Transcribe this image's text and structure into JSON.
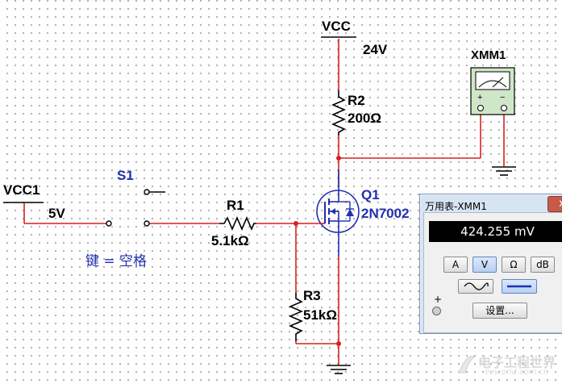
{
  "schematic": {
    "vcc_label": "VCC",
    "vcc_value": "24V",
    "vcc1_label": "VCC1",
    "vcc1_value": "5V",
    "switch_ref": "S1",
    "switch_key": "键 = 空格",
    "r1_ref": "R1",
    "r1_value": "5.1kΩ",
    "r2_ref": "R2",
    "r2_value": "200Ω",
    "r3_ref": "R3",
    "r3_value": "51kΩ",
    "q1_ref": "Q1",
    "q1_part": "2N7002",
    "meter_ref": "XMM1"
  },
  "meter_window": {
    "title": "万用表-XMM1",
    "close_label": "x",
    "reading": "424.255 mV",
    "mode_buttons": [
      "A",
      "V",
      "Ω",
      "dB"
    ],
    "active_mode": "V",
    "waveform_buttons": [
      "ac-sine-icon",
      "dc-line-icon"
    ],
    "active_waveform": "dc-line-icon",
    "plus_terminal": "+",
    "minus_terminal": "-",
    "settings_label": "设置..."
  },
  "logo": {
    "name": "电子工程世界",
    "url_text": "eeworld.com.cn"
  },
  "colors": {
    "wire_red": "#d62020",
    "wire_blue": "#1f2fb0",
    "component_black": "#000000",
    "label_blue": "#1f2fb0"
  }
}
